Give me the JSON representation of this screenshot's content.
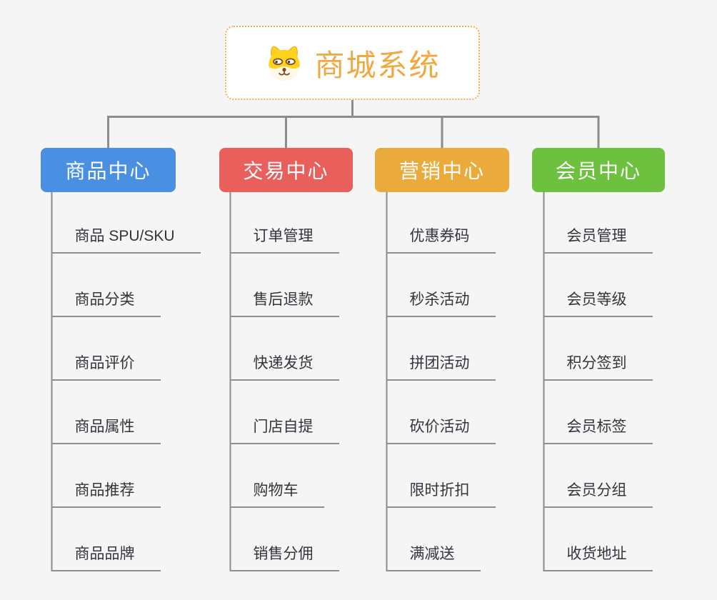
{
  "root": {
    "title": "商城系统",
    "icon": "dog-face-icon"
  },
  "branches": [
    {
      "label": "商品中心",
      "color": "#4A90E2",
      "items": [
        "商品 SPU/SKU",
        "商品分类",
        "商品评价",
        "商品属性",
        "商品推荐",
        "商品品牌"
      ]
    },
    {
      "label": "交易中心",
      "color": "#E95F5B",
      "items": [
        "订单管理",
        "售后退款",
        "快递发货",
        "门店自提",
        "购物车",
        "销售分佣"
      ]
    },
    {
      "label": "营销中心",
      "color": "#EBAB3C",
      "items": [
        "优惠券码",
        "秒杀活动",
        "拼团活动",
        "砍价活动",
        "限时折扣",
        "满减送"
      ]
    },
    {
      "label": "会员中心",
      "color": "#6EC13F",
      "items": [
        "会员管理",
        "会员等级",
        "积分签到",
        "会员标签",
        "会员分组",
        "收货地址"
      ]
    }
  ],
  "palette": {
    "background": "#F5F5F6",
    "connector_line": "#8C8C8C",
    "leaf_underline": "#8F8F8F",
    "root_border": "#F3AE4E",
    "root_title_text": "#F2A840",
    "branch_text": "#FFFFFF",
    "leaf_text": "#33353B"
  }
}
